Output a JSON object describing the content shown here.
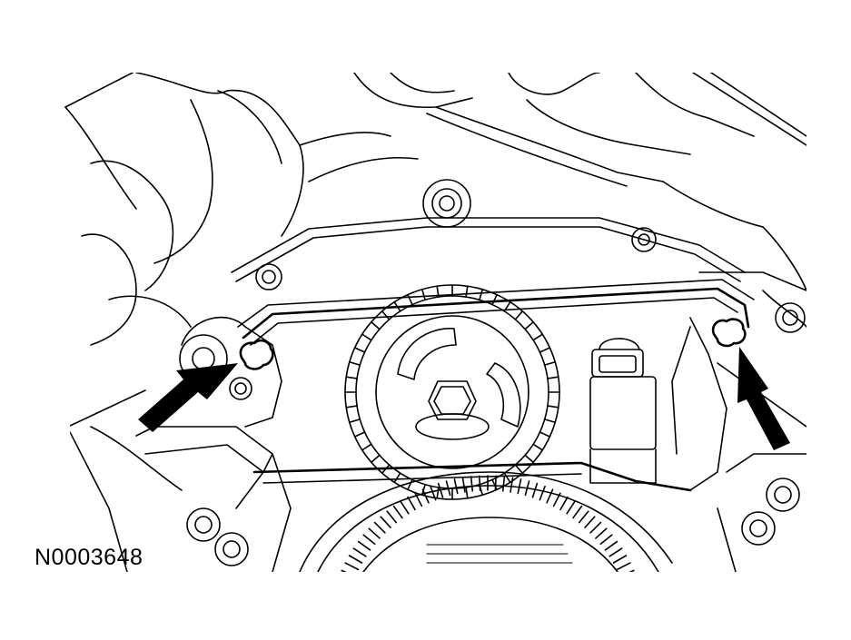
{
  "figure": {
    "id_label": "N0003648"
  },
  "colors": {
    "line": "#000000",
    "background": "#ffffff"
  },
  "callouts": [
    {
      "name": "sealant-point-left",
      "marker": "left-arrow"
    },
    {
      "name": "sealant-point-right",
      "marker": "right-arrow"
    }
  ]
}
